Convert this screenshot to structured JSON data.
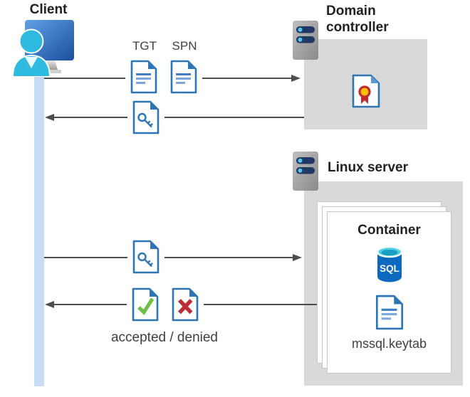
{
  "client": {
    "label": "Client"
  },
  "domain_controller": {
    "title": "Domain controller"
  },
  "linux_server": {
    "title": "Linux server"
  },
  "container": {
    "title": "Container",
    "sql_label": "SQL",
    "keytab_label": "mssql.keytab"
  },
  "flow": {
    "tgt_label": "TGT",
    "spn_label": "SPN",
    "accepted_denied": "accepted / denied"
  },
  "icons": {
    "client": "monitor-user-icon",
    "server": "server-icon",
    "ticket_document": "document-icon",
    "key_document": "key-document-icon",
    "certificate": "certificate-icon",
    "accepted": "accepted-check-document-icon",
    "denied": "denied-cross-document-icon",
    "sql": "sql-database-icon",
    "keytab_document": "keytab-document-icon"
  },
  "colors": {
    "doc_blue": "#2E75B6",
    "doc_line_light": "#7EA6DC",
    "accept_green": "#6CBE45",
    "deny_red": "#BE2D36",
    "cert_yellow": "#FFC000",
    "gray_box": "#D9D9D9",
    "lifeline_blue": "#C7DDF6",
    "arrow_gray": "#4D4D4D",
    "sql_body_blue": "#0C69BE",
    "sql_top_cyan": "#49CFE6",
    "server_pill_navy": "#1F3864",
    "server_dot_blue": "#55C3F0",
    "person_cyan": "#2FBADF"
  }
}
